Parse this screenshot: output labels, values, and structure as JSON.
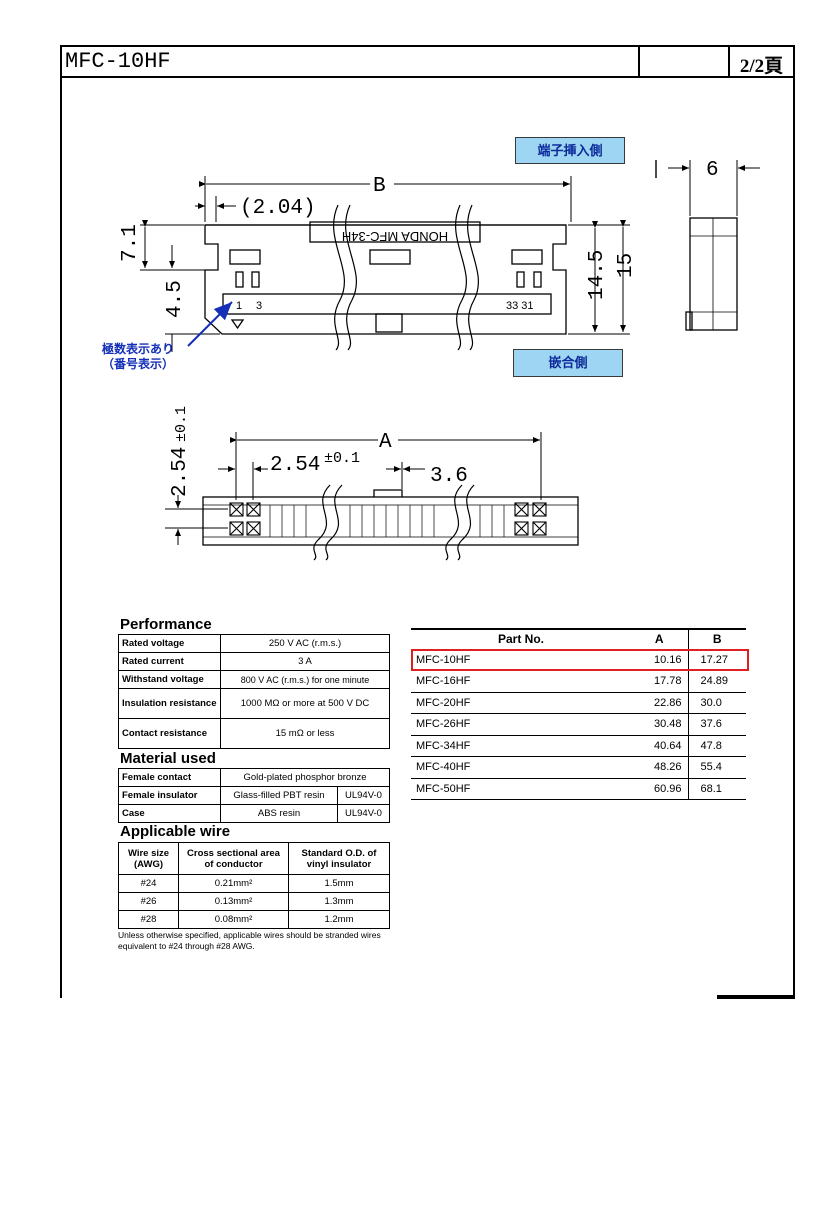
{
  "header": {
    "title": "MFC-10HF",
    "page": "2/2頁"
  },
  "drawing": {
    "dims": {
      "b": "B",
      "b_offset": "(2.04)",
      "h_71": "7.1",
      "h_45": "4.5",
      "h_145": "14.5",
      "h_15": "15",
      "w_6": "6",
      "a": "A",
      "pitch": "2.54",
      "pitch_tol": "±0.1",
      "slot": "3.6",
      "row": "2.54",
      "row_tol": "±0.1"
    },
    "label_text": "HONDA MFC-34H",
    "pin_first": "1",
    "pin_third": "3",
    "pin_end": "33 31",
    "tag_insert": "端子挿入側",
    "tag_mating": "嵌合側",
    "note_line1": "極数表示あり",
    "note_line2": "（番号表示）"
  },
  "performance": {
    "title": "Performance",
    "rows": [
      {
        "k": "Rated voltage",
        "v": "250 V AC (r.m.s.)"
      },
      {
        "k": "Rated current",
        "v": "3 A"
      },
      {
        "k": "Withstand voltage",
        "v": "800 V AC (r.m.s.) for one minute"
      },
      {
        "k": "Insulation resistance",
        "v": "1000 MΩ or more at 500 V DC"
      },
      {
        "k": "Contact resistance",
        "v": "15 mΩ or less"
      }
    ]
  },
  "material": {
    "title": "Material used",
    "rows": [
      {
        "k": "Female contact",
        "v": "Gold-plated phosphor bronze",
        "g": ""
      },
      {
        "k": "Female insulator",
        "v": "Glass-filled PBT resin",
        "g": "UL94V-0"
      },
      {
        "k": "Case",
        "v": "ABS resin",
        "g": "UL94V-0"
      }
    ]
  },
  "wire": {
    "title": "Applicable wire",
    "headers": [
      "Wire size (AWG)",
      "Cross sectional area of conductor",
      "Standard O.D. of vinyl insulator"
    ],
    "rows": [
      [
        "#24",
        "0.21mm²",
        "1.5mm"
      ],
      [
        "#26",
        "0.13mm²",
        "1.3mm"
      ],
      [
        "#28",
        "0.08mm²",
        "1.2mm"
      ]
    ],
    "note": "Unless otherwise specified, applicable wires should be stranded wires equivalent to #24 through #28 AWG."
  },
  "parts": {
    "headers": [
      "Part No.",
      "A",
      "B"
    ],
    "rows": [
      [
        "MFC-10HF",
        "10.16",
        "17.27"
      ],
      [
        "MFC-16HF",
        "17.78",
        "24.89"
      ],
      [
        "MFC-20HF",
        "22.86",
        "30.0"
      ],
      [
        "MFC-26HF",
        "30.48",
        "37.6"
      ],
      [
        "MFC-34HF",
        "40.64",
        "47.8"
      ],
      [
        "MFC-40HF",
        "48.26",
        "55.4"
      ],
      [
        "MFC-50HF",
        "60.96",
        "68.1"
      ]
    ]
  }
}
